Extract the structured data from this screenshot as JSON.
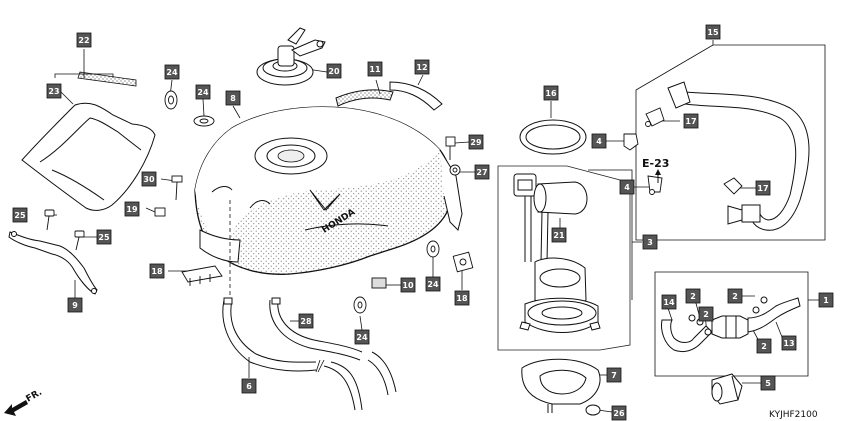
{
  "callouts": [
    {
      "id": "22",
      "label": "22",
      "style": "dark"
    },
    {
      "id": "23",
      "label": "23",
      "style": "dark"
    },
    {
      "id": "24a",
      "label": "24",
      "style": "dark"
    },
    {
      "id": "24b",
      "label": "24",
      "style": "dark"
    },
    {
      "id": "8",
      "label": "8",
      "style": "dark"
    },
    {
      "id": "20",
      "label": "20",
      "style": "dark"
    },
    {
      "id": "11",
      "label": "11",
      "style": "dark"
    },
    {
      "id": "12",
      "label": "12",
      "style": "dark"
    },
    {
      "id": "16",
      "label": "16",
      "style": "dark"
    },
    {
      "id": "15",
      "label": "15",
      "style": "dark"
    },
    {
      "id": "29",
      "label": "29",
      "style": "dark"
    },
    {
      "id": "27",
      "label": "27",
      "style": "dark"
    },
    {
      "id": "30",
      "label": "30",
      "style": "dark"
    },
    {
      "id": "19",
      "label": "19",
      "style": "dark"
    },
    {
      "id": "25a",
      "label": "25",
      "style": "dark"
    },
    {
      "id": "25b",
      "label": "25",
      "style": "dark"
    },
    {
      "id": "18a",
      "label": "18",
      "style": "dark"
    },
    {
      "id": "18b",
      "label": "18",
      "style": "dark"
    },
    {
      "id": "9",
      "label": "9",
      "style": "dark"
    },
    {
      "id": "10",
      "label": "10",
      "style": "dark"
    },
    {
      "id": "24c",
      "label": "24",
      "style": "dark"
    },
    {
      "id": "24d",
      "label": "24",
      "style": "dark"
    },
    {
      "id": "28",
      "label": "28",
      "style": "dark"
    },
    {
      "id": "6",
      "label": "6",
      "style": "dark"
    },
    {
      "id": "4a",
      "label": "4",
      "style": "dark"
    },
    {
      "id": "4b",
      "label": "4",
      "style": "dark"
    },
    {
      "id": "17a",
      "label": "17",
      "style": "dark"
    },
    {
      "id": "17b",
      "label": "17",
      "style": "dark"
    },
    {
      "id": "21",
      "label": "21",
      "style": "dark"
    },
    {
      "id": "3",
      "label": "3",
      "style": "dark"
    },
    {
      "id": "1",
      "label": "1",
      "style": "dark"
    },
    {
      "id": "14",
      "label": "14",
      "style": "dark"
    },
    {
      "id": "2a",
      "label": "2",
      "style": "dark"
    },
    {
      "id": "2b",
      "label": "2",
      "style": "dark"
    },
    {
      "id": "2c",
      "label": "2",
      "style": "dark"
    },
    {
      "id": "2d",
      "label": "2",
      "style": "dark"
    },
    {
      "id": "13",
      "label": "13",
      "style": "dark"
    },
    {
      "id": "7",
      "label": "7",
      "style": "dark"
    },
    {
      "id": "5",
      "label": "5",
      "style": "dark"
    },
    {
      "id": "26",
      "label": "26",
      "style": "dark"
    }
  ],
  "section_ref": "E-23",
  "diagram_code": "KYJHF2100",
  "front_arrow_label": "FR.",
  "tank_logo": "HONDA"
}
